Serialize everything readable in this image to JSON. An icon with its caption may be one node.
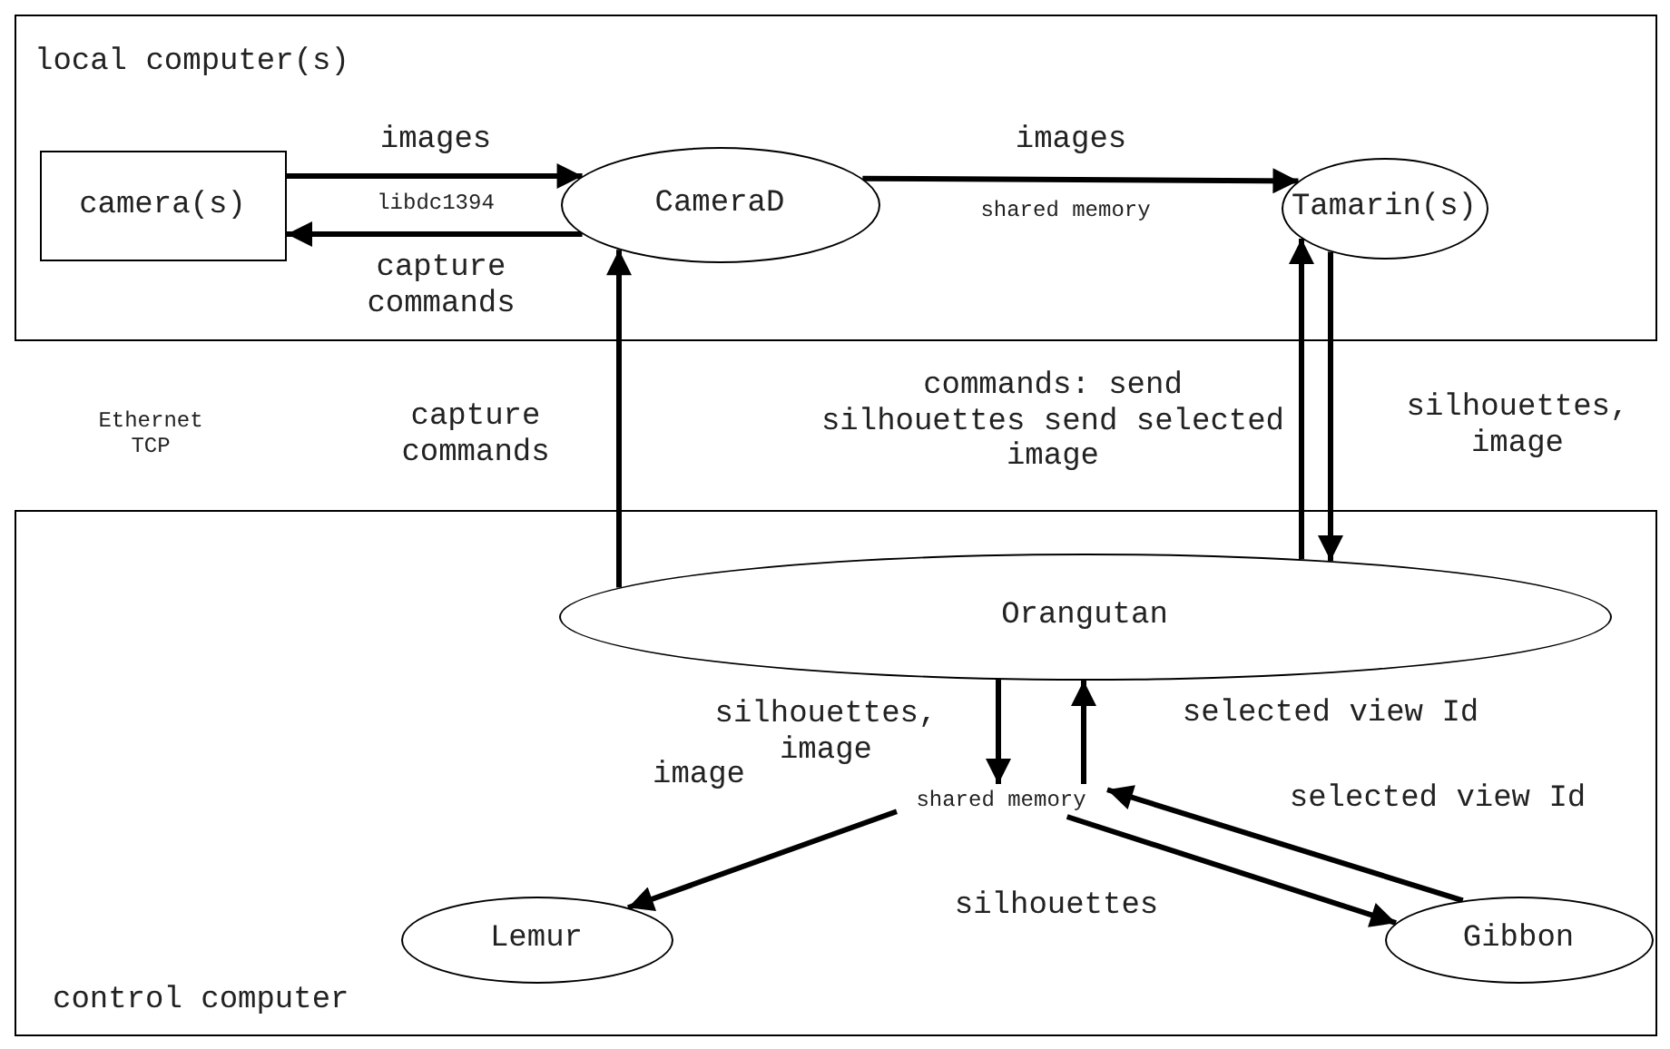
{
  "diagram": {
    "nodes": [
      {
        "text": [
          "local computer(s)"
        ]
      },
      {
        "text": [
          "camera(s)"
        ],
        "in": 0
      },
      {
        "text": [
          "CameraD"
        ],
        "in": 0
      },
      {
        "text": [
          "Tamarin(s)"
        ],
        "in": 0
      },
      {
        "text": [
          "control computer"
        ]
      },
      {
        "text": [
          "Orangutan"
        ],
        "in": 4
      },
      {
        "text": [
          "shared memory"
        ],
        "in": 4
      },
      {
        "text": [
          "Lemur"
        ],
        "in": 4
      },
      {
        "text": [
          "Gibbon"
        ],
        "in": 4
      }
    ],
    "edges": [
      {
        "from": 1,
        "to": 2,
        "arrow": "to",
        "label": "images"
      },
      {
        "from": 2,
        "to": 1,
        "arrow": "to",
        "label": "capture commands"
      },
      {
        "from": 2,
        "to": 3,
        "arrow": "to",
        "label": "images"
      },
      {
        "from": 5,
        "to": 2,
        "arrow": "to",
        "label": "capture commands"
      },
      {
        "from": 5,
        "to": 3,
        "arrow": "to",
        "label": "commands: send silhouettes send selected image"
      },
      {
        "from": 3,
        "to": 5,
        "arrow": "to",
        "label": "silhouettes, image"
      },
      {
        "from": 5,
        "to": 6,
        "arrow": "to",
        "label": "silhouettes, image"
      },
      {
        "from": 6,
        "to": 5,
        "arrow": "to",
        "label": "selected view Id"
      },
      {
        "from": 6,
        "to": 7,
        "arrow": "to",
        "label": "image"
      },
      {
        "from": 6,
        "to": 8,
        "arrow": "to",
        "label": "silhouettes"
      },
      {
        "from": 8,
        "to": 6,
        "arrow": "to",
        "label": "selected view Id"
      }
    ],
    "labels": [
      "libdc1394",
      "shared memory",
      "Ethernet TCP"
    ]
  }
}
